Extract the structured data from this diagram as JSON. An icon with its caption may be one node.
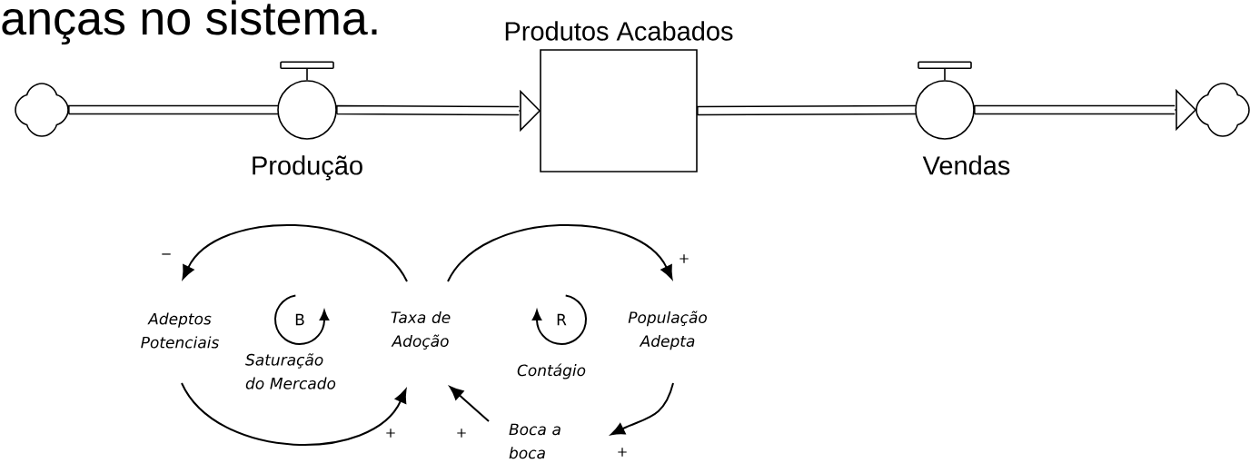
{
  "diagram": {
    "nodes": [
      {
        "text": [],
        "shape": "cloud"
      },
      {
        "text": [
          "Produção"
        ]
      },
      {
        "text": [
          "Produtos Acabados"
        ]
      },
      {
        "text": [
          "Vendas"
        ]
      },
      {
        "text": [],
        "shape": "cloud"
      },
      {
        "text": [
          "Adeptos Potenciais"
        ]
      },
      {
        "text": [
          "Taxa de Adoção"
        ]
      },
      {
        "text": [
          "População Adepta"
        ]
      },
      {
        "text": [
          "Boca a boca"
        ]
      }
    ],
    "edges": [
      {
        "from": 0,
        "to": 1,
        "arrow": "none"
      },
      {
        "from": 1,
        "to": 2,
        "arrow": "to"
      },
      {
        "from": 2,
        "to": 3,
        "arrow": "none"
      },
      {
        "from": 3,
        "to": 4,
        "arrow": "to"
      },
      {
        "from": 6,
        "to": 5,
        "arrow": "to",
        "label": "−"
      },
      {
        "from": 6,
        "to": 7,
        "arrow": "to",
        "label": "+"
      },
      {
        "from": 5,
        "to": 6,
        "arrow": "to",
        "label": "+"
      },
      {
        "from": 8,
        "to": 6,
        "arrow": "to",
        "label": "+"
      },
      {
        "from": 7,
        "to": 8,
        "arrow": "to",
        "label": "+"
      }
    ],
    "labels": [
      "anças no sistema.",
      "B",
      "Saturação do Mercado",
      "R",
      "Contágio"
    ]
  }
}
